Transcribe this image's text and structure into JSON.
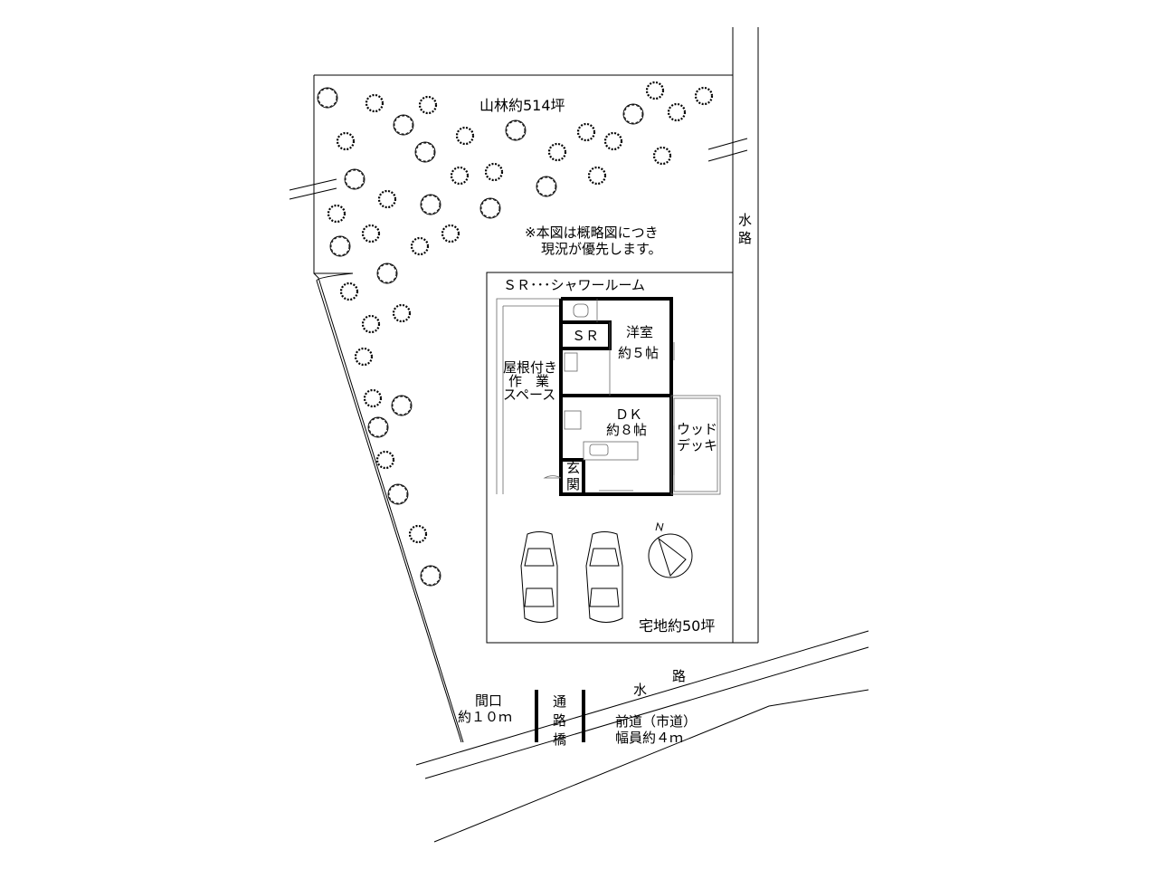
{
  "labels": {
    "forest": "山林約514坪",
    "note_line1": "※本図は概略図につき",
    "note_line2": "現況が優先します。",
    "sr_legend": "ＳＲ･･･シャワールーム",
    "western_room": "洋室",
    "western_room_size": "約５帖",
    "sr": "ＳＲ",
    "covered_work_1": "屋根付き",
    "covered_work_2": "作　業",
    "covered_work_3": "スペース",
    "dk": "ＤＫ",
    "dk_size": "約８帖",
    "wood_deck_1": "ウッド",
    "wood_deck_2": "デッキ",
    "entrance_1": "玄",
    "entrance_2": "関",
    "residential": "宅地約50坪",
    "waterway_right_1": "水",
    "waterway_right_2": "路",
    "waterway_bottom_1": "水",
    "waterway_bottom_2": "路",
    "frontage_1": "間口",
    "frontage_2": "約１０ｍ",
    "bridge_1": "通",
    "bridge_2": "路",
    "bridge_3": "橋",
    "front_road_1": "前道（市道）",
    "front_road_2": "幅員約４ｍ"
  }
}
